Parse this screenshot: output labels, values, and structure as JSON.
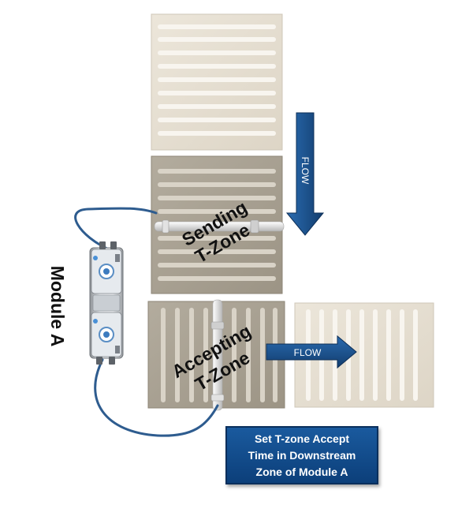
{
  "labels": {
    "sending_line1": "Sending",
    "sending_line2": "T-Zone",
    "accepting_line1": "Accepting",
    "accepting_line2": "T-Zone",
    "flow_vertical": "FLOW",
    "flow_horizontal": "FLOW",
    "module": "Module A"
  },
  "callout": {
    "line1": "Set T-zone Accept",
    "line2": "Time in Downstream",
    "line3": "Zone of Module A"
  },
  "colors": {
    "light_zone": "#e6dfd2",
    "dark_zone": "#a9a293",
    "slot": "#f6f2ea",
    "arrow_blue": "#1b4f8a",
    "cable": "#2e5c8f",
    "callout_bg": "#124a8a"
  }
}
